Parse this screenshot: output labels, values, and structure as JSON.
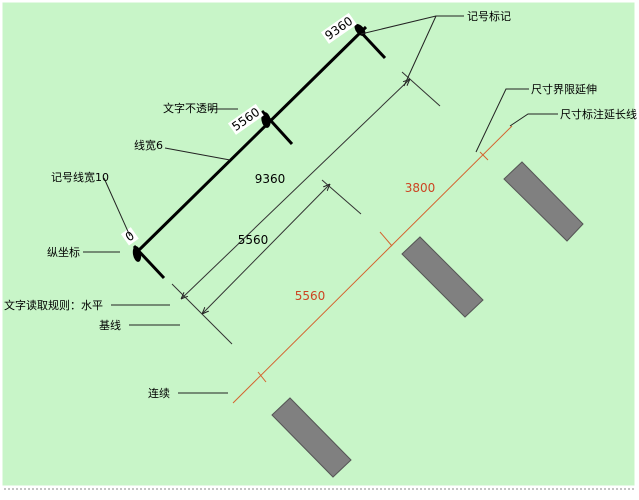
{
  "colors": {
    "background": "#c8f5c8",
    "frame": "#ffffff",
    "ink": "#000000",
    "leader": "#222222",
    "red_dim": "#cc4422",
    "block_fill": "#808080",
    "block_stroke": "#555555"
  },
  "labels": {
    "symbol_mark": "记号标记",
    "extension_limit": "尺寸界限延伸",
    "dim_line_extend": "尺寸标注延长线",
    "text_opaque": "文字不透明",
    "line_width": "线宽6",
    "symbol_line_width": "记号线宽10",
    "ordinate": "纵坐标",
    "text_rule": "文字读取规则：水平",
    "baseline": "基线",
    "continuous": "连续"
  },
  "dimensions": {
    "ordinate_top": "9360",
    "ordinate_mid": "5560",
    "ordinate_origin": "0",
    "baseline_outer": "9360",
    "baseline_inner": "5560",
    "continuous_upper": "3800",
    "continuous_lower": "5560"
  }
}
